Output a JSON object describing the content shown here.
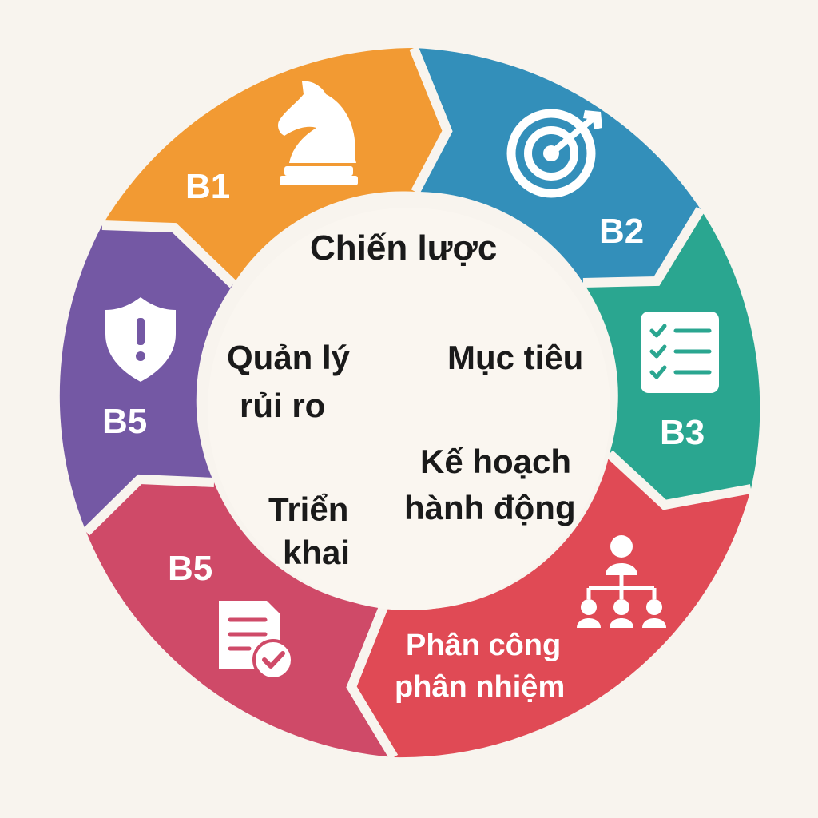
{
  "segments": [
    {
      "badge": "B1",
      "icon": "chess-knight-icon",
      "color": "#f29a33"
    },
    {
      "badge": "B2",
      "icon": "target-arrow-icon",
      "color": "#338fba"
    },
    {
      "badge": "B3",
      "icon": "checklist-icon",
      "color": "#2aa690"
    },
    {
      "badge": "",
      "icon": "org-chart-icon",
      "color": "#e04a55",
      "text_line1": "Phân công",
      "text_line2": "phân nhiệm"
    },
    {
      "badge": "B5",
      "icon": "document-check-icon",
      "color": "#cf4a68"
    },
    {
      "badge": "B5",
      "icon": "shield-alert-icon",
      "color": "#7458a4"
    }
  ],
  "center": {
    "strategy": "Chiến lược",
    "objective": "Mục tiêu",
    "plan_line1": "Kế hoạch",
    "plan_line2": "hành động",
    "deploy_line1": "Triển",
    "deploy_line2": "khai",
    "risk_line1": "Quản lý",
    "risk_line2": "rủi ro"
  }
}
